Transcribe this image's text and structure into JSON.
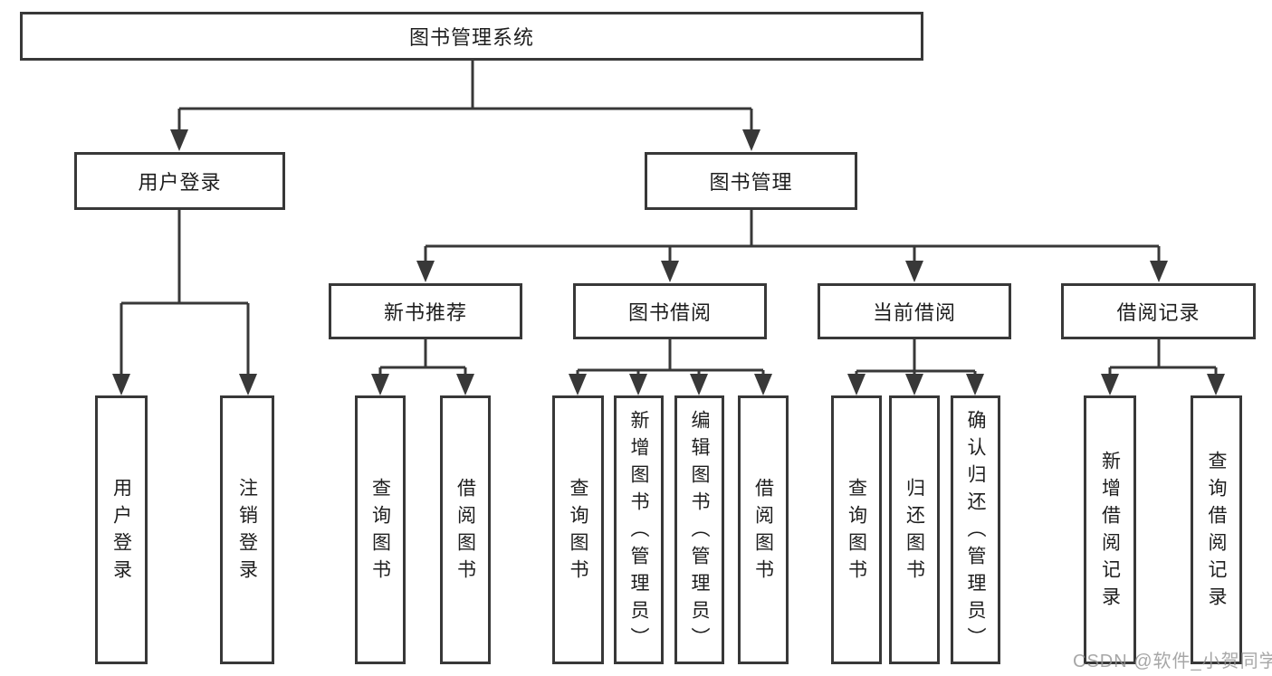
{
  "diagram": {
    "kind": "hierarchy-tree",
    "orientation": "top-down",
    "tree": {
      "label": "图书管理系统",
      "children": [
        {
          "label": "用户登录",
          "children": [
            {
              "label": "用户登录"
            },
            {
              "label": "注销登录"
            }
          ]
        },
        {
          "label": "图书管理",
          "children": [
            {
              "label": "新书推荐",
              "children": [
                {
                  "label": "查询图书"
                },
                {
                  "label": "借阅图书"
                }
              ]
            },
            {
              "label": "图书借阅",
              "children": [
                {
                  "label": "查询图书"
                },
                {
                  "label": "新增图书（管理员）"
                },
                {
                  "label": "编辑图书（管理员）"
                },
                {
                  "label": "借阅图书"
                }
              ]
            },
            {
              "label": "当前借阅",
              "children": [
                {
                  "label": "查询图书"
                },
                {
                  "label": "归还图书"
                },
                {
                  "label": "确认归还（管理员）"
                }
              ]
            },
            {
              "label": "借阅记录",
              "children": [
                {
                  "label": "新增借阅记录"
                },
                {
                  "label": "查询借阅记录"
                }
              ]
            }
          ]
        }
      ]
    }
  },
  "watermark": {
    "text": "CSDN @软件_小贺同学"
  },
  "colors": {
    "line": "#383838",
    "box_border": "#383838",
    "box_fill": "#ffffff",
    "text": "#1e1e1e",
    "background": "#ffffff",
    "watermark": "#949494"
  }
}
